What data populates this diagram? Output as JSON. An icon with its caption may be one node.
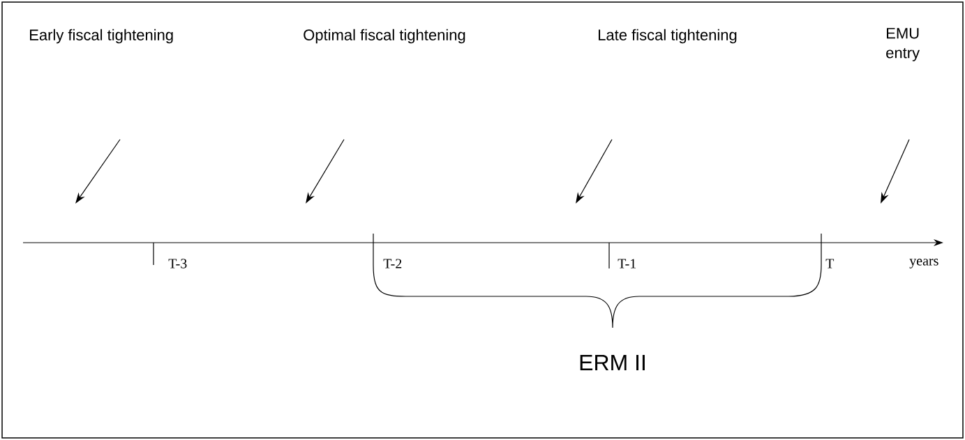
{
  "diagram": {
    "labels": [
      "Early fiscal tightening",
      "Optimal fiscal tightening",
      "Late fiscal tightening",
      "EMU entry",
      "T-3",
      "T-2",
      "T-1",
      "T",
      "years",
      "ERM II"
    ]
  }
}
